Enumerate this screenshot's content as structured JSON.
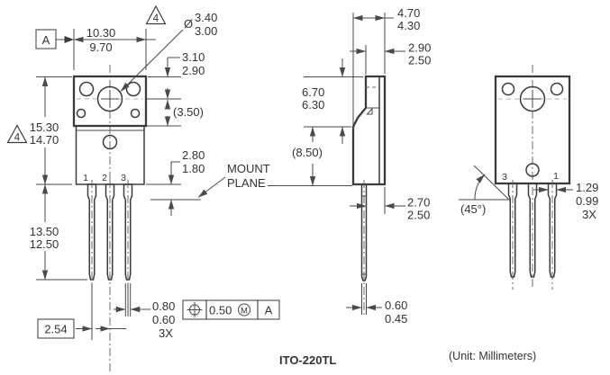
{
  "package_name": "ITO-220TL",
  "unit_note": "(Unit: Millimeters)",
  "datum_label": "A",
  "note_flag": "4",
  "front": {
    "width_max": "10.30",
    "width_min": "9.70",
    "hole_dia_symbol": "Ø",
    "hole_dia_max": "3.40",
    "hole_dia_min": "3.00",
    "hole_top_max": "3.10",
    "hole_top_min": "2.90",
    "below_hole_ref": "(3.50)",
    "height_max": "15.30",
    "height_min": "14.70",
    "shoulder_max": "2.80",
    "shoulder_min": "1.80",
    "mount_line1": "MOUNT",
    "mount_line2": "PLANE",
    "lead_len_max": "13.50",
    "lead_len_min": "12.50",
    "pitch_basic": "2.54",
    "lead_w_max": "0.80",
    "lead_w_min": "0.60",
    "lead_w_qty": "3X",
    "fcf_tol": "0.50",
    "fcf_mod": "M",
    "fcf_datum": "A",
    "pin1": "1",
    "pin2": "2",
    "pin3": "3"
  },
  "side": {
    "depth_max": "4.70",
    "depth_min": "4.30",
    "tab_depth_max": "2.90",
    "tab_depth_min": "2.50",
    "tab_h_max": "6.70",
    "tab_h_min": "6.30",
    "body_h_ref": "(8.50)",
    "body_d_max": "2.70",
    "body_d_min": "2.50",
    "lead_t_max": "0.60",
    "lead_t_min": "0.45"
  },
  "back": {
    "chamfer_angle": "(45°)",
    "shoulder_w_max": "1.29",
    "shoulder_w_min": "0.99",
    "shoulder_w_qty": "3X",
    "pin3": "3",
    "pin1": "1"
  }
}
